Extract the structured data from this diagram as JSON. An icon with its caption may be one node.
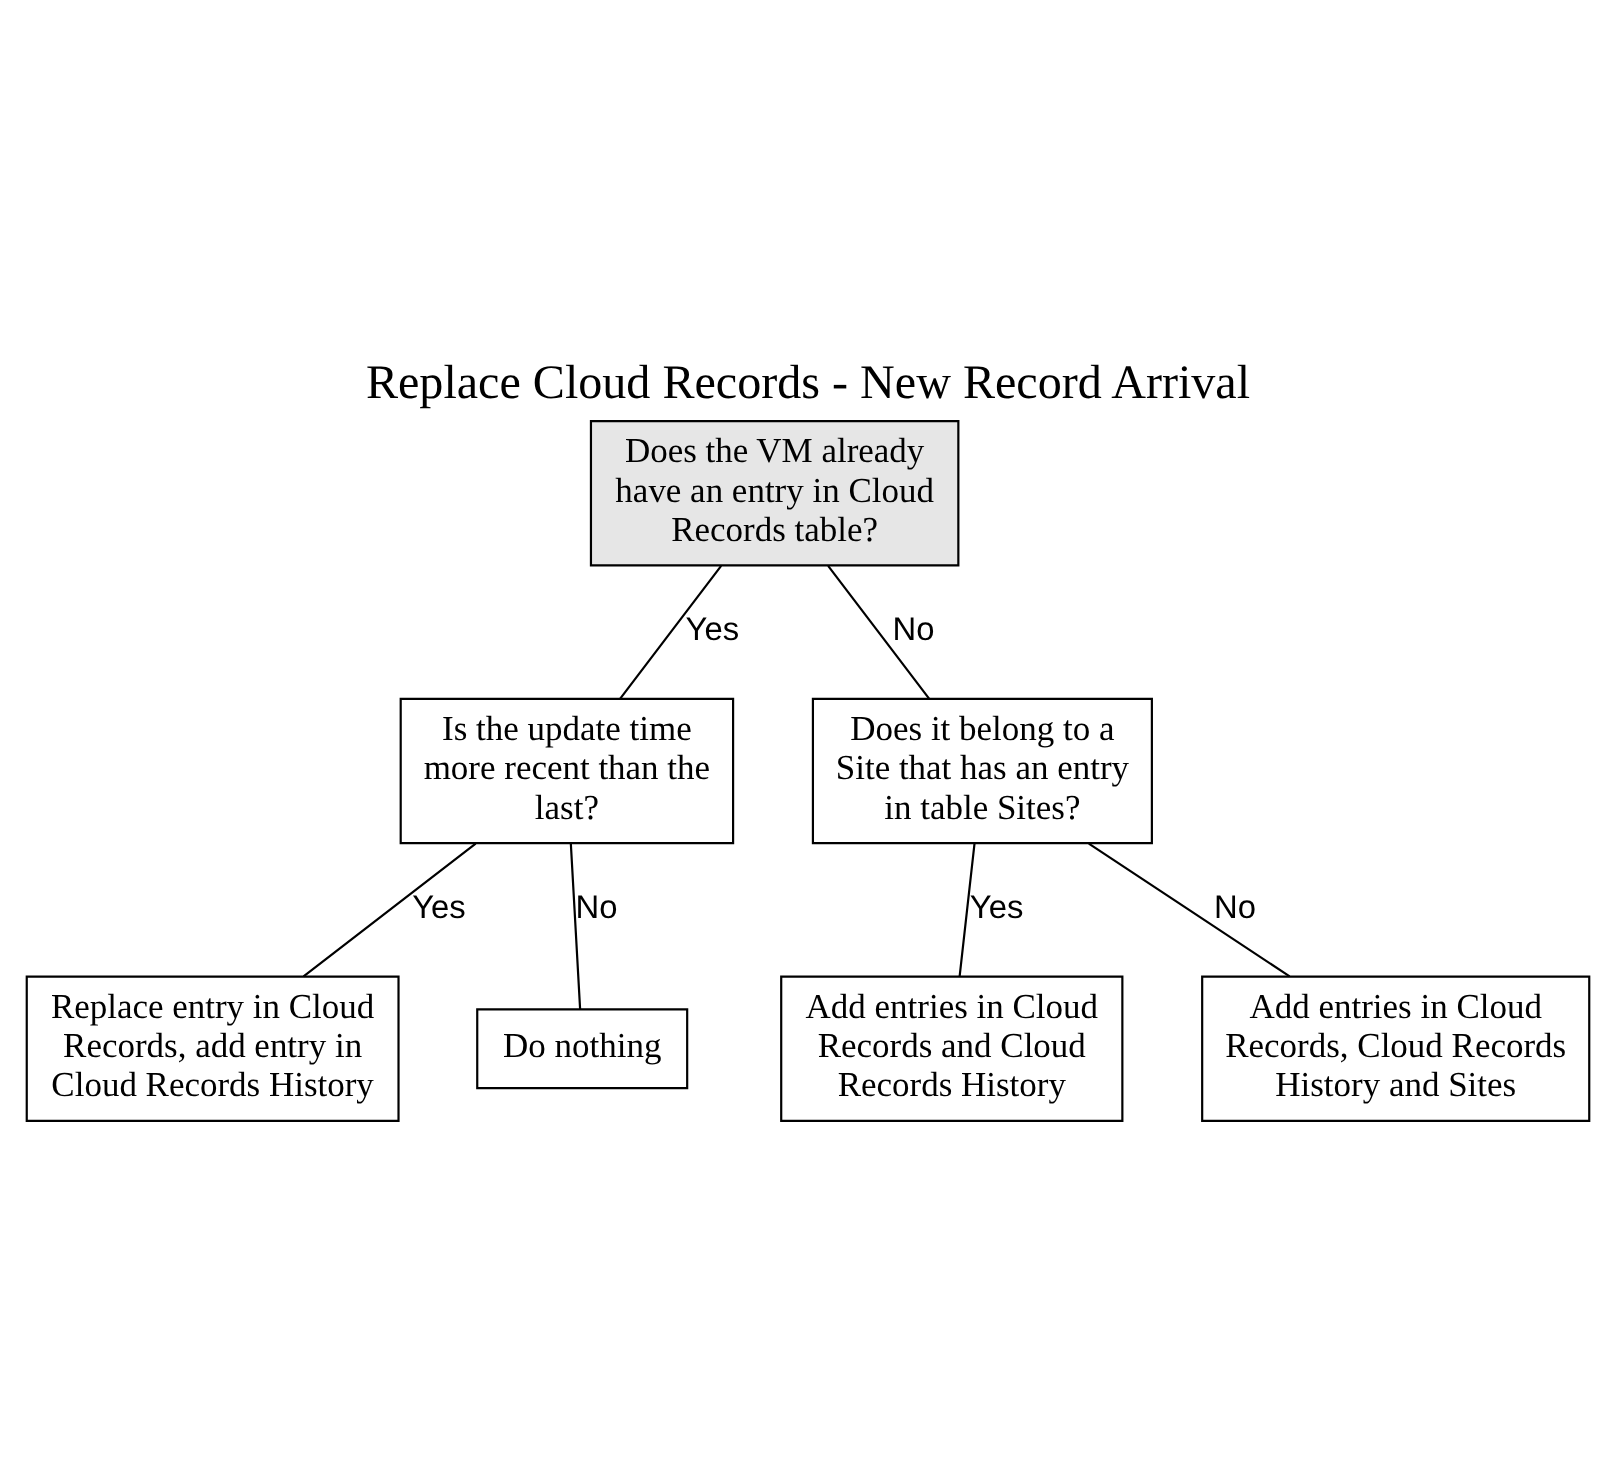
{
  "diagram": {
    "title": "Replace Cloud Records - New Record Arrival",
    "nodes": [
      {
        "text": [
          "Does the VM already have an entry in Cloud Records table?"
        ]
      },
      {
        "text": [
          "Is the update time more recent than the last?"
        ]
      },
      {
        "text": [
          "Does it belong to a Site that has an entry in table Sites?"
        ]
      },
      {
        "text": [
          "Replace entry in Cloud Records, add entry in Cloud Records History"
        ]
      },
      {
        "text": [
          "Do nothing"
        ]
      },
      {
        "text": [
          "Add entries in Cloud Records and Cloud Records History"
        ]
      },
      {
        "text": [
          "Add entries in Cloud Records, Cloud Records History and Sites"
        ]
      }
    ],
    "edges": [
      {
        "from": 0,
        "to": 1,
        "arrow": "none",
        "label": "Yes"
      },
      {
        "from": 0,
        "to": 2,
        "arrow": "none",
        "label": "No"
      },
      {
        "from": 1,
        "to": 3,
        "arrow": "none",
        "label": "Yes"
      },
      {
        "from": 1,
        "to": 4,
        "arrow": "none",
        "label": "No"
      },
      {
        "from": 2,
        "to": 5,
        "arrow": "none",
        "label": "Yes"
      },
      {
        "from": 2,
        "to": 6,
        "arrow": "none",
        "label": "No"
      }
    ]
  }
}
